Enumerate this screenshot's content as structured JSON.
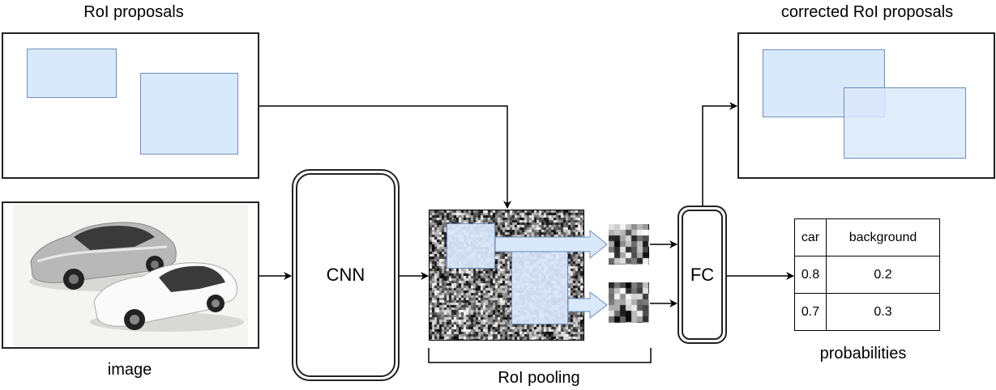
{
  "labels": {
    "roi_proposals": "RoI proposals",
    "corrected_roi_proposals": "corrected RoI proposals",
    "image": "image",
    "cnn": "CNN",
    "fc": "FC",
    "roi_pooling": "RoI pooling",
    "probabilities": "probabilities"
  },
  "image_panel": {
    "content": "two toy sports cars (silver and white)",
    "icon": "photo-of-cars"
  },
  "probabilities_table": {
    "headers": [
      "car",
      "background"
    ],
    "rows": [
      [
        "0.8",
        "0.2"
      ],
      [
        "0.7",
        "0.3"
      ]
    ]
  },
  "colors": {
    "roi_fill": "#dae8fc",
    "roi_border": "#6c8ebf",
    "line": "#000000"
  }
}
